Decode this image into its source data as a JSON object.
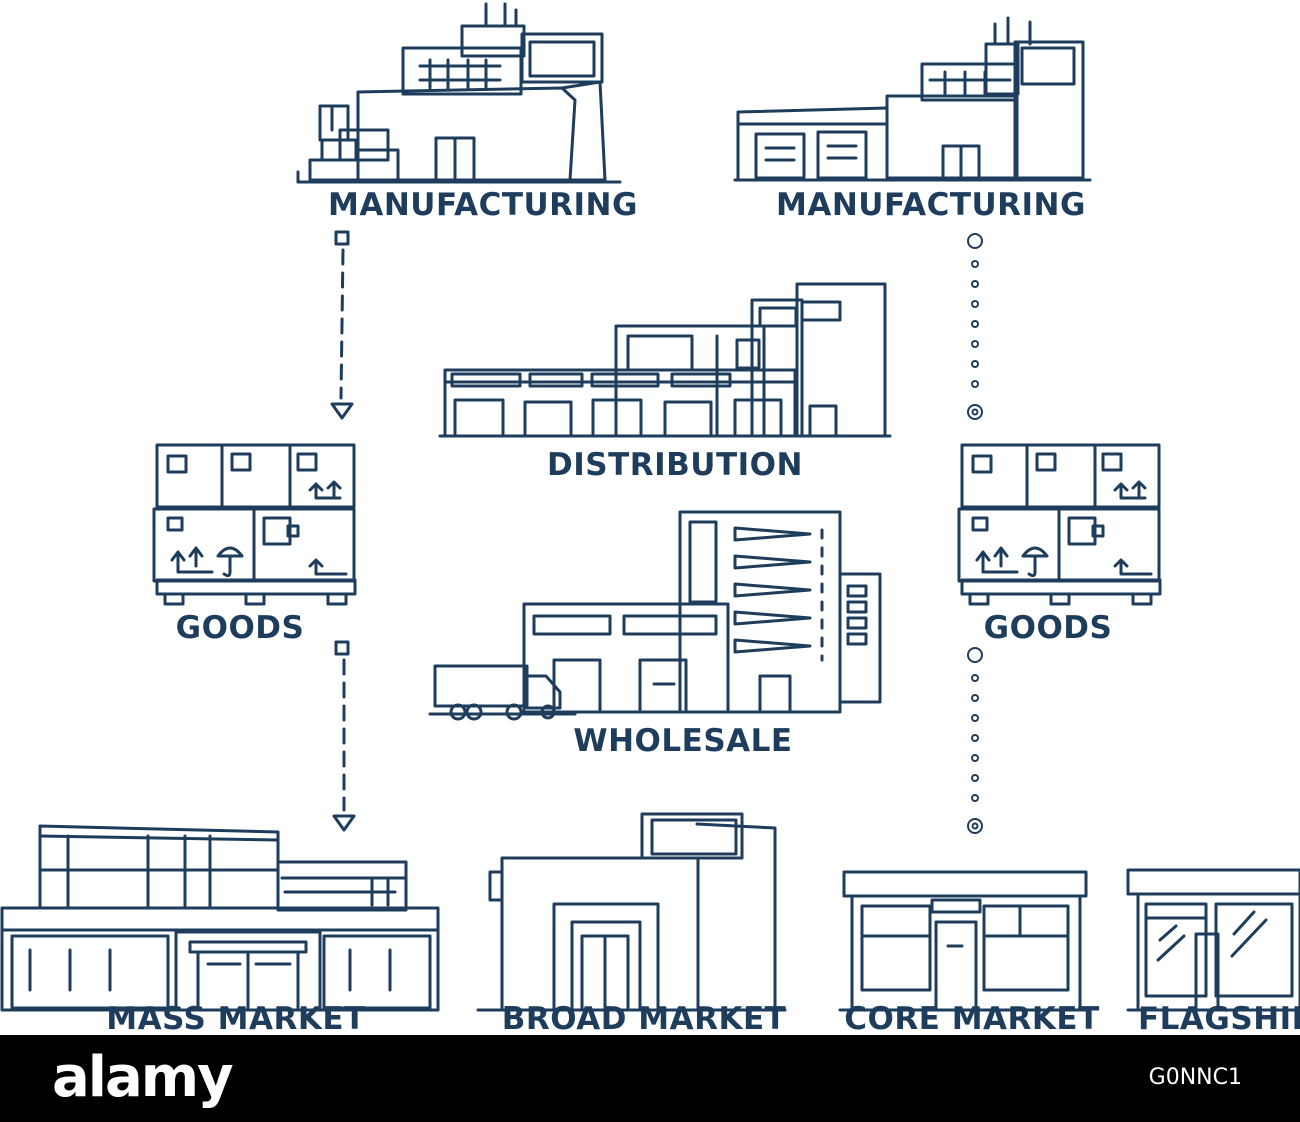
{
  "labels": {
    "manufacturing_left": "MANUFACTURING",
    "manufacturing_right": "MANUFACTURING",
    "distribution": "DISTRIBUTION",
    "wholesale": "WHOLESALE",
    "goods_left": "GOODS",
    "goods_right": "GOODS",
    "mass_market": "MASS MARKET",
    "broad_market": "BROAD MARKET",
    "core_market": "CORE MARKET",
    "flagship": "FLAGSHIP"
  },
  "footer": {
    "logo": "alamy",
    "image_code": "G0NNC1"
  },
  "colors": {
    "ink": "#1e3d5c",
    "background": "#ffffff",
    "footer": "#000000"
  }
}
